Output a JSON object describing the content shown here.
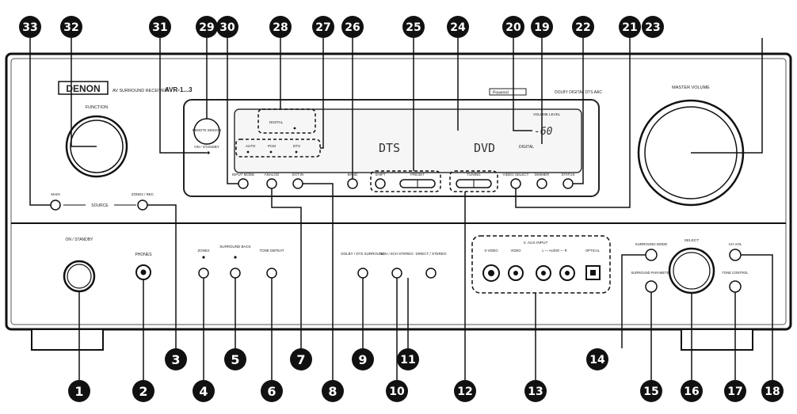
{
  "brand": "DENON",
  "model_line": "AV SURROUND RECEIVER",
  "model": "AVR-1...3",
  "badges": {
    "powered": "Powered",
    "trademarks": "DOLBY DIGITAL  DTS  AAC"
  },
  "labels": {
    "function": "FUNCTION",
    "master_volume": "MASTER VOLUME",
    "volume_level": "VOLUME LEVEL",
    "remote_sensor": "REMOTE SENSOR",
    "on_standby_small": "ON / STANDBY",
    "on_standby": "ON / STANDBY",
    "phones": "PHONES",
    "main": "MAIN",
    "source": "SOURCE",
    "zone2_rec": "ZONE2 / REC",
    "input_mode": "INPUT MODE",
    "analog": "ANALOG",
    "ext_in": "EXT.IN",
    "band": "BAND",
    "shift": "SHIFT",
    "preset": "PRESET",
    "tuning": "TUNING",
    "video_select": "VIDEO SELECT",
    "dimmer": "DIMMER",
    "status": "STATUS",
    "auto": "AUTO",
    "pcm": "PCM",
    "dts_ind": "DTS",
    "dd_digital": "DIGITAL",
    "zone2": "ZONE2",
    "surround_back": "SURROUND BACK",
    "tone_defeat": "TONE DEFEAT",
    "dolby_dts": "DOLBY / DTS SURROUND",
    "stereo_5ch": "5CH / 6CH STEREO",
    "direct_stereo": "DIRECT / STEREO",
    "v_aux_input": "V. AUX INPUT",
    "s_video": "S-VIDEO",
    "video": "VIDEO",
    "l_audio_r": "L — AUDIO — R",
    "optical": "OPTICAL",
    "surround_mode": "SURROUND MODE",
    "surround_parameter": "SURROUND PARAMETER",
    "select": "SELECT",
    "ch_vol": "CH VOL",
    "tone_control": "TONE CONTROL"
  },
  "display": {
    "source_mode": "DTS",
    "input": "DVD",
    "volume": "-60",
    "tag": "DIGITAL"
  },
  "callouts": [
    "1",
    "2",
    "3",
    "4",
    "5",
    "6",
    "7",
    "8",
    "9",
    "10",
    "11",
    "12",
    "13",
    "14",
    "15",
    "16",
    "17",
    "18",
    "19",
    "20",
    "21",
    "22",
    "23",
    "24",
    "25",
    "26",
    "27",
    "28",
    "29",
    "30",
    "31",
    "32",
    "33"
  ]
}
